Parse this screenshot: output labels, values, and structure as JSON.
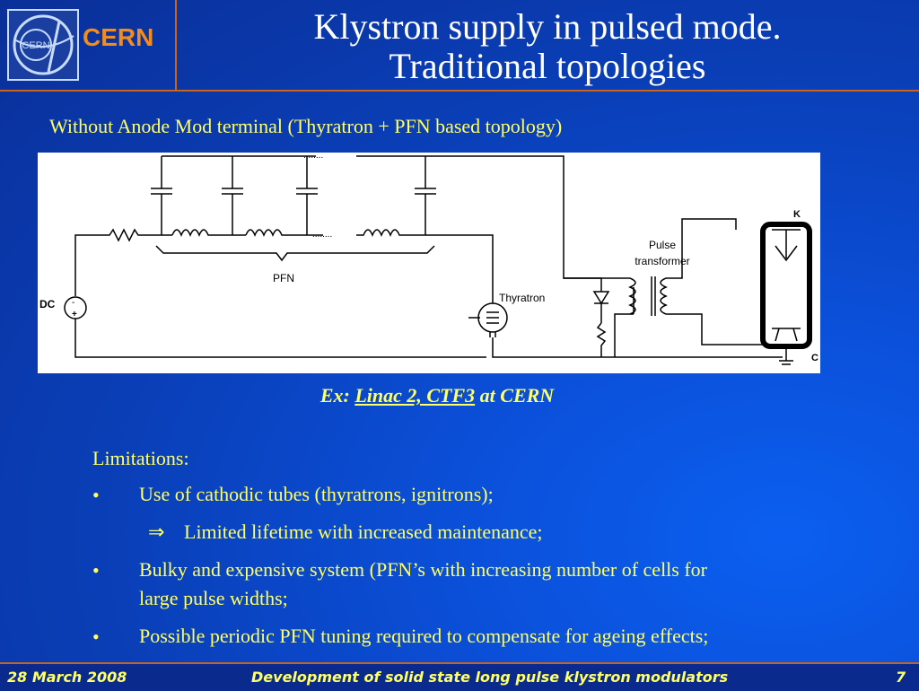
{
  "header": {
    "org": "CERN",
    "title_line1": "Klystron supply in pulsed mode.",
    "title_line2": "Traditional topologies"
  },
  "subtitle": "Without Anode Mod terminal (Thyratron + PFN based topology)",
  "diagram": {
    "labels": {
      "dc": "DC",
      "minus": "-",
      "plus": "+",
      "pfn": "PFN",
      "thyratron": "Thyratron",
      "pulse": "Pulse",
      "transformer": "transformer",
      "k": "K",
      "c": "C",
      "dots_top": "........",
      "dots_mid": "........"
    }
  },
  "example": {
    "prefix": "Ex:",
    "link": "Linac 2, CTF3",
    "suffix": "at CERN"
  },
  "content": {
    "limitations": "Limitations:",
    "bullet_char": "•",
    "implies": "⇒",
    "b1": "Use of cathodic tubes (thyratrons, ignitrons);",
    "b1_sub": "Limited lifetime with increased maintenance;",
    "b2_line1": "Bulky and expensive system (PFN’s with increasing number of cells for",
    "b2_line2": "large pulse widths;",
    "b3": "Possible periodic PFN tuning required to compensate for ageing effects;"
  },
  "footer": {
    "date": "28 March 2008",
    "title": "Development of solid state long pulse klystron modulators",
    "page": "7"
  },
  "colors": {
    "background": "#0b4fd8",
    "accent_text": "#ffff66",
    "divider": "#c8641e",
    "cern_orange": "#f28c1c"
  }
}
